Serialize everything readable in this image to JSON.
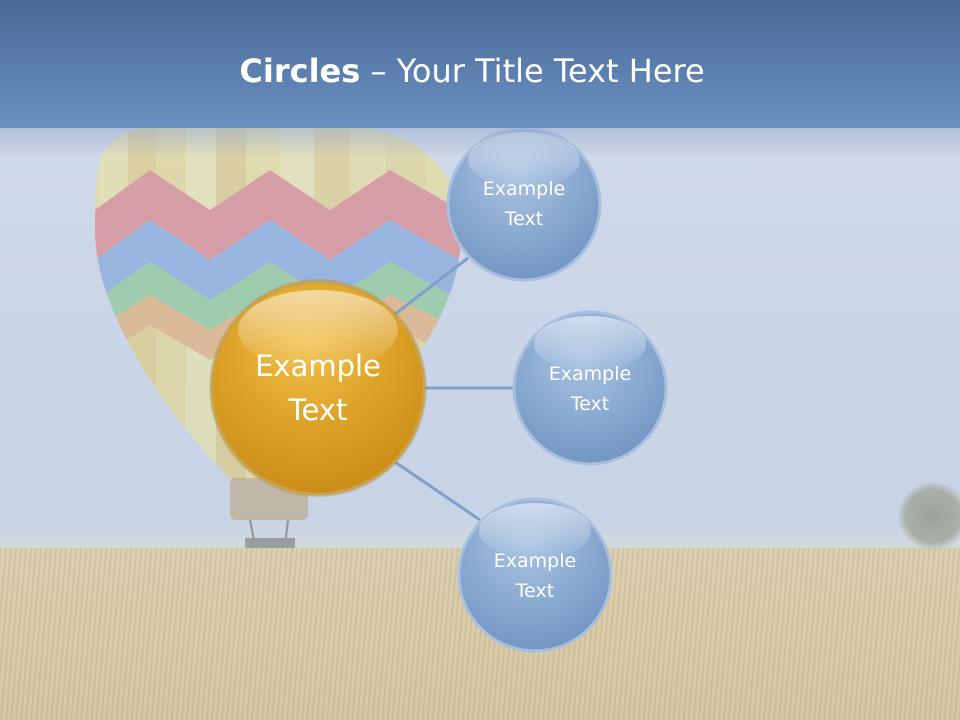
{
  "slide": {
    "title_bold": "Circles",
    "title_rest": " – Your Title Text Here"
  },
  "circles": {
    "center": {
      "line1": "Example",
      "line2": "Text",
      "color": "#e0a32a"
    },
    "top": {
      "line1": "Example",
      "line2": "Text",
      "color": "#87a7cf"
    },
    "middle": {
      "line1": "Example",
      "line2": "Text",
      "color": "#87a7cf"
    },
    "bottom": {
      "line1": "Example",
      "line2": "Text",
      "color": "#87a7cf"
    }
  }
}
